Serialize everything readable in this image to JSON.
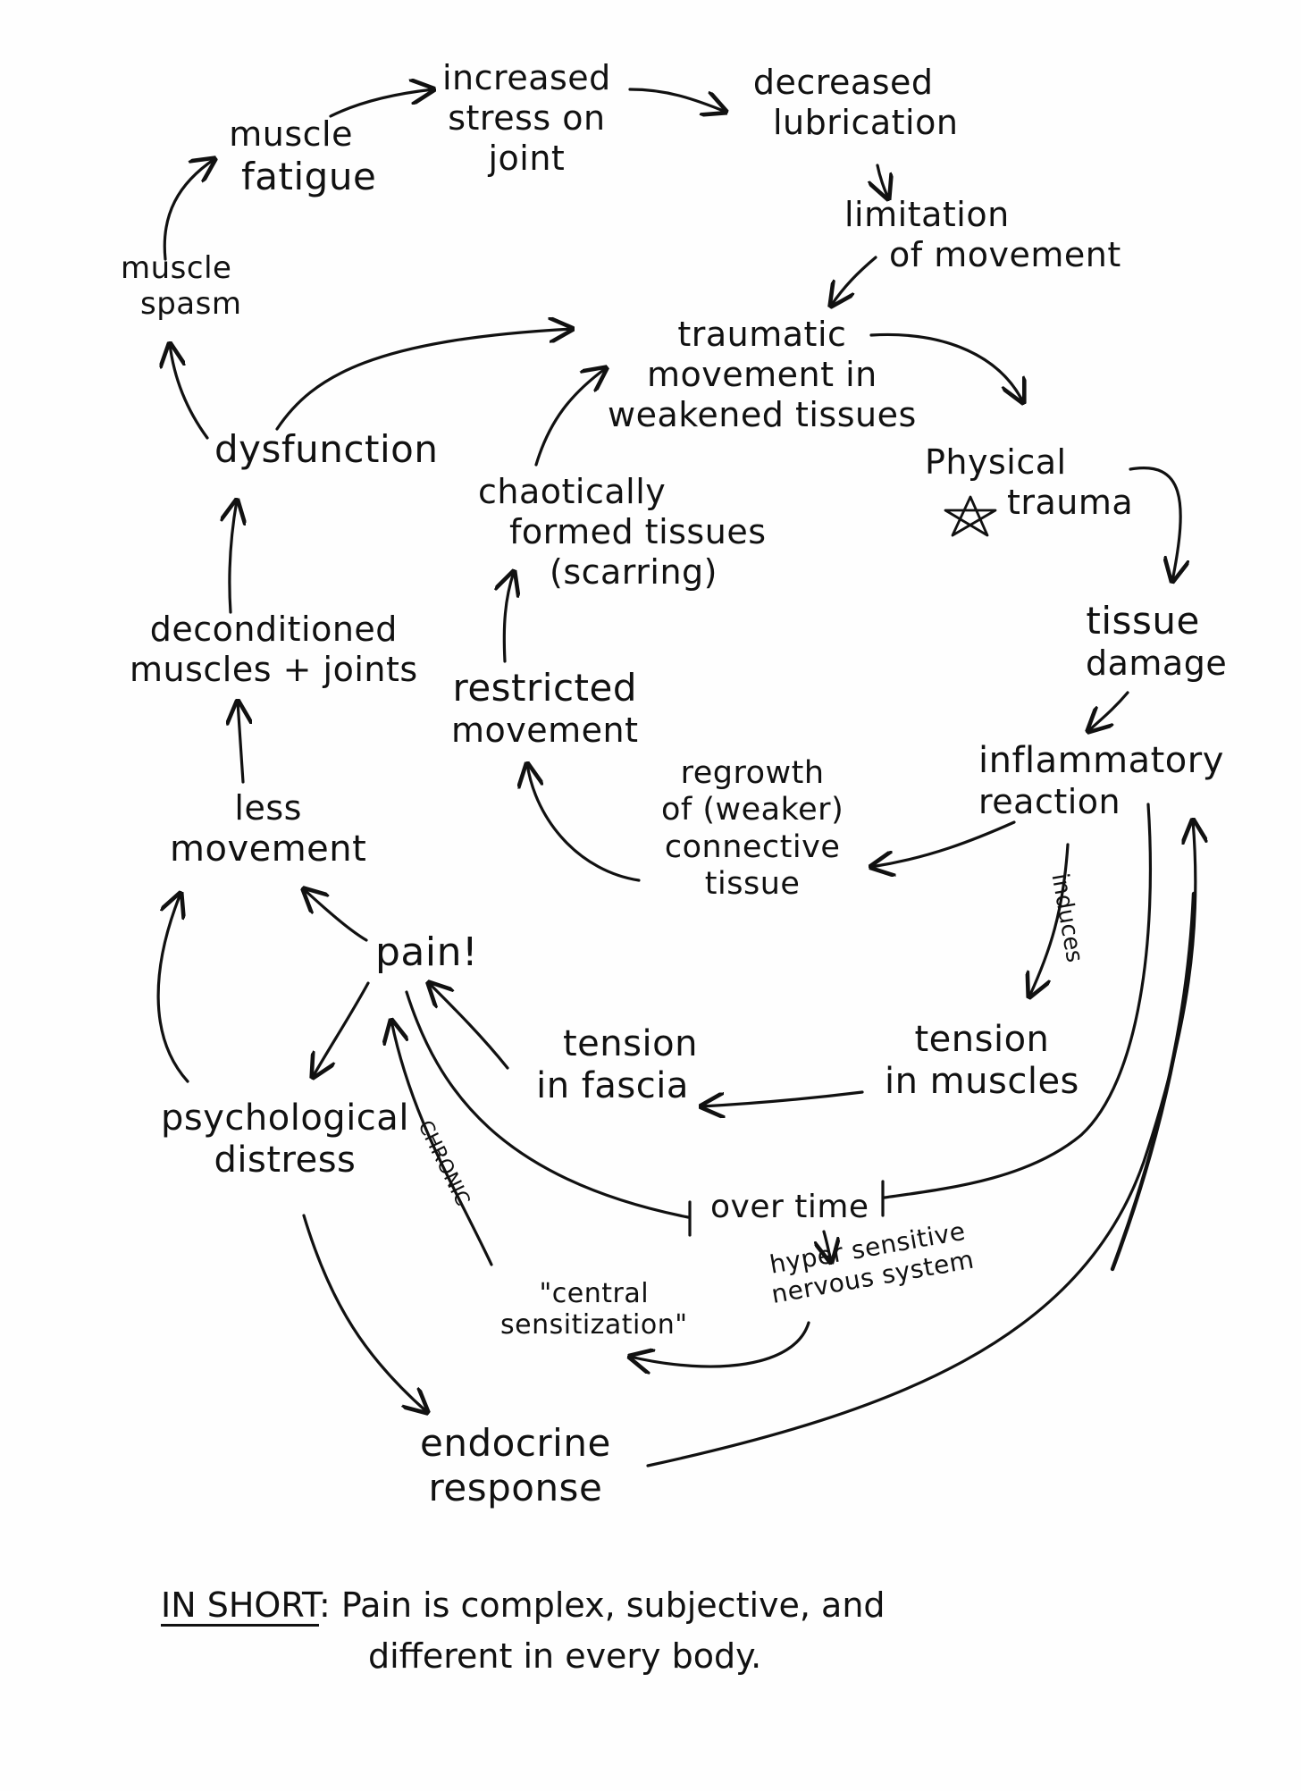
{
  "nodes": {
    "muscle_fatigue": [
      "muscle",
      "fatigue"
    ],
    "increased_stress": [
      "increased",
      "stress on",
      "joint"
    ],
    "decreased_lubrication": [
      "decreased",
      "lubrication"
    ],
    "limitation_movement": [
      "limitation",
      "of movement"
    ],
    "muscle_spasm": [
      "muscle",
      "spasm"
    ],
    "traumatic_movement": [
      "traumatic",
      "movement in",
      "weakened tissues"
    ],
    "dysfunction": [
      "dysfunction"
    ],
    "chaotically_formed": [
      "chaotically",
      "formed tissues",
      "(scarring)"
    ],
    "physical_trauma": [
      "Physical",
      "trauma"
    ],
    "deconditioned": [
      "deconditioned",
      "muscles + joints"
    ],
    "tissue_damage": [
      "tissue",
      "damage"
    ],
    "restricted_movement": [
      "restricted",
      "movement"
    ],
    "regrowth": [
      "regrowth",
      "of (weaker)",
      "connective",
      "tissue"
    ],
    "inflammatory_reaction": [
      "inflammatory",
      "reaction"
    ],
    "less_movement": [
      "less",
      "movement"
    ],
    "pain": [
      "pain!"
    ],
    "tension_fascia": [
      "tension",
      "in fascia"
    ],
    "tension_muscles": [
      "tension",
      "in muscles"
    ],
    "psychological_distress": [
      "psychological",
      "distress"
    ],
    "over_time": [
      "over time"
    ],
    "central_sensitization": [
      "\"central",
      "sensitization\""
    ],
    "hypersensitive": [
      "hyper sensitive",
      "nervous system"
    ],
    "endocrine_response": [
      "endocrine",
      "response"
    ]
  },
  "edge_labels": {
    "induces": "induces",
    "chronic": "CHRONIC"
  },
  "summary": {
    "lead": "IN SHORT",
    "colon": ":",
    "line1": " Pain is complex, subjective, and",
    "line2": "different in every body."
  },
  "ink_color": "#111111"
}
